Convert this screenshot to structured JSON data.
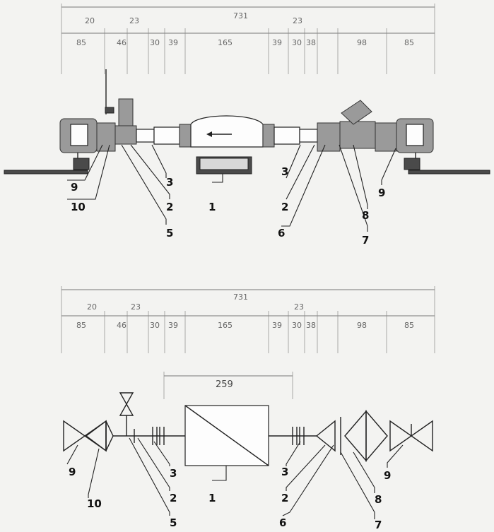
{
  "dimensions": {
    "total": "731",
    "segments": [
      "85",
      "46",
      "30",
      "39",
      "165",
      "39",
      "30",
      "38",
      "98",
      "85"
    ],
    "small_top": [
      "20",
      "23",
      "23"
    ],
    "mid_span": "259"
  },
  "labels": [
    "1",
    "2",
    "3",
    "5",
    "6",
    "7",
    "8",
    "9",
    "10"
  ]
}
